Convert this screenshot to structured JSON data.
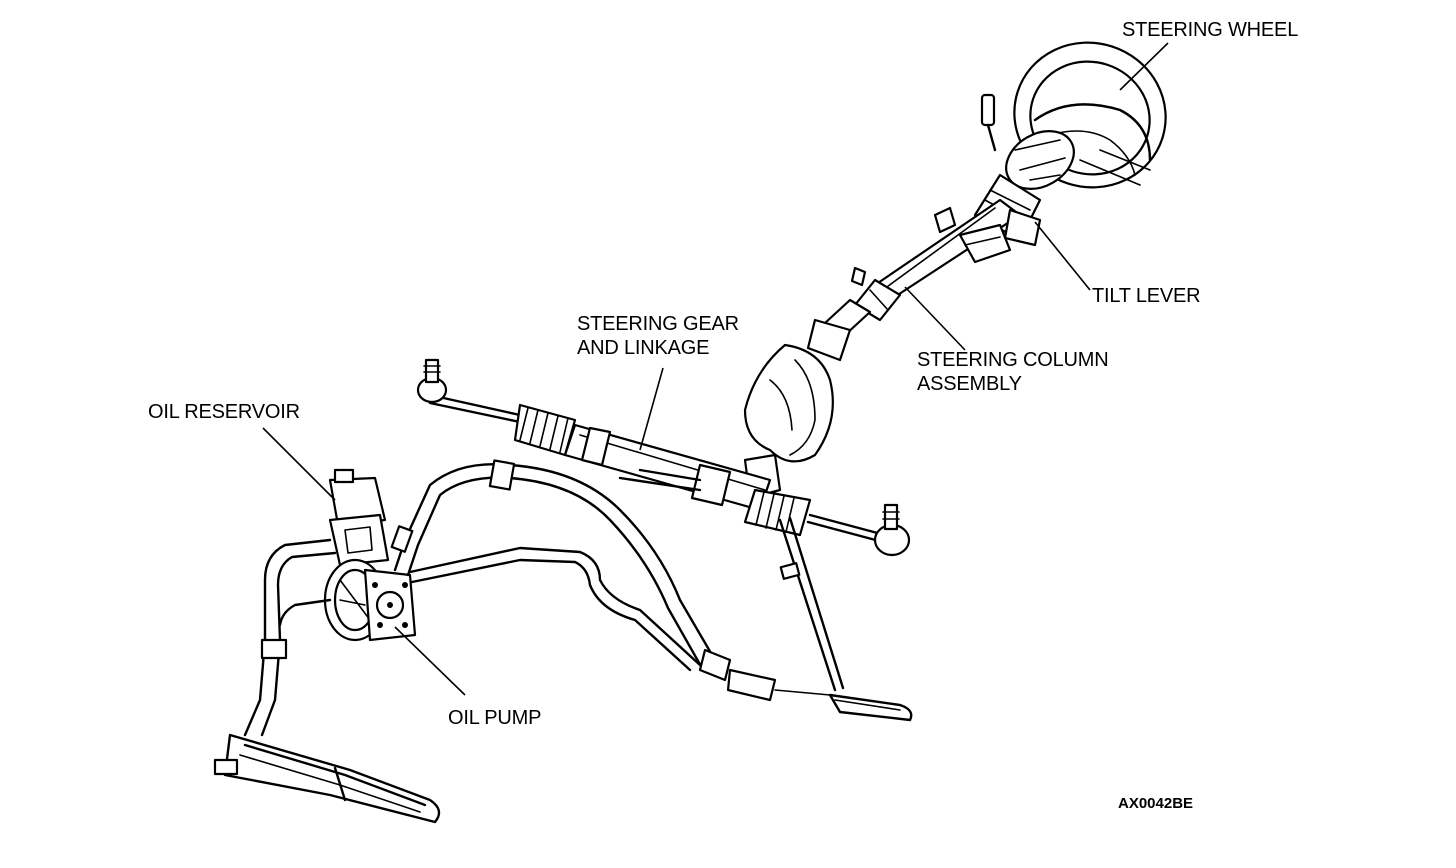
{
  "labels": {
    "steering_wheel": "STEERING WHEEL",
    "tilt_lever": "TILT LEVER",
    "steering_column_line1": "STEERING COLUMN",
    "steering_column_line2": "ASSEMBLY",
    "steering_gear_line1": "STEERING  GEAR",
    "steering_gear_line2": "AND LINKAGE",
    "oil_reservoir": "OIL RESERVOIR",
    "oil_pump": "OIL PUMP"
  },
  "figure_code": "AX0042BE"
}
